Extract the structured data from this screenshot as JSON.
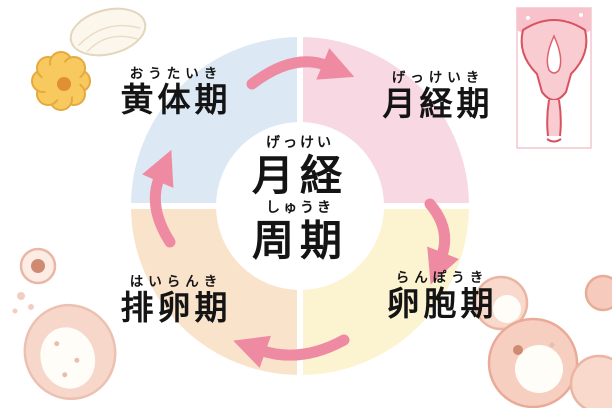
{
  "diagram": {
    "title": "月経周期",
    "center": {
      "furigana_line1": "げっけい",
      "kanji_line1": "月経",
      "furigana_line2": "しゅうき",
      "kanji_line2": "周期"
    },
    "phases": [
      {
        "key": "luteal",
        "furigana": "おうたいき",
        "label": "黄体期",
        "color": "#dce8f4",
        "position": "top-left"
      },
      {
        "key": "menstrual",
        "furigana": "げっけいき",
        "label": "月経期",
        "color": "#f8d8e2",
        "position": "top-right"
      },
      {
        "key": "follicular",
        "furigana": "らんぽうき",
        "label": "卵胞期",
        "color": "#fcf3d0",
        "position": "bottom-right"
      },
      {
        "key": "ovulation",
        "furigana": "はいらんき",
        "label": "排卵期",
        "color": "#fae3cb",
        "position": "bottom-left"
      }
    ],
    "arrow_color": "#ee8aa2",
    "flow_direction": "clockwise"
  },
  "decorations": {
    "top_left": [
      "corpus-luteum-shell-icon",
      "corpus-luteum-flower-icon"
    ],
    "top_right": [
      "uterus-illustration"
    ],
    "bottom_left": [
      "egg-cell-icon",
      "bubble-dots-icon",
      "ovulating-follicle-icon"
    ],
    "bottom_right": [
      "follicle-small-icon",
      "follicle-edge-icon",
      "follicle-large-icon",
      "follicle-corner-icon"
    ]
  }
}
